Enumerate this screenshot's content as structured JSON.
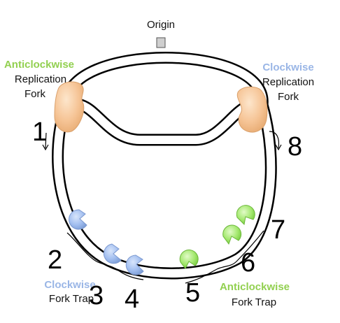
{
  "origin_label": "Origin",
  "left_fork": {
    "direction": "Anticlockwise",
    "line2": "Replication",
    "line3": "Fork",
    "color": "#92d050"
  },
  "right_fork": {
    "direction": "Clockwise",
    "line2": "Replication",
    "line3": "Fork",
    "color": "#9ab6e6"
  },
  "clockwise_trap": {
    "direction": "Clockwise",
    "line2": "Fork Trap",
    "color": "#9ab6e6"
  },
  "anticlockwise_trap": {
    "direction": "Anticlockwise",
    "line2": "Fork Trap",
    "color": "#92d050"
  },
  "numbers": {
    "n1": "1",
    "n2": "2",
    "n3": "3",
    "n4": "4",
    "n5": "5",
    "n6": "6",
    "n7": "7",
    "n8": "8"
  },
  "colors": {
    "replisome": "#f8cba0",
    "tus_blue": "#a6c3f2",
    "tus_green": "#a3e86e"
  }
}
